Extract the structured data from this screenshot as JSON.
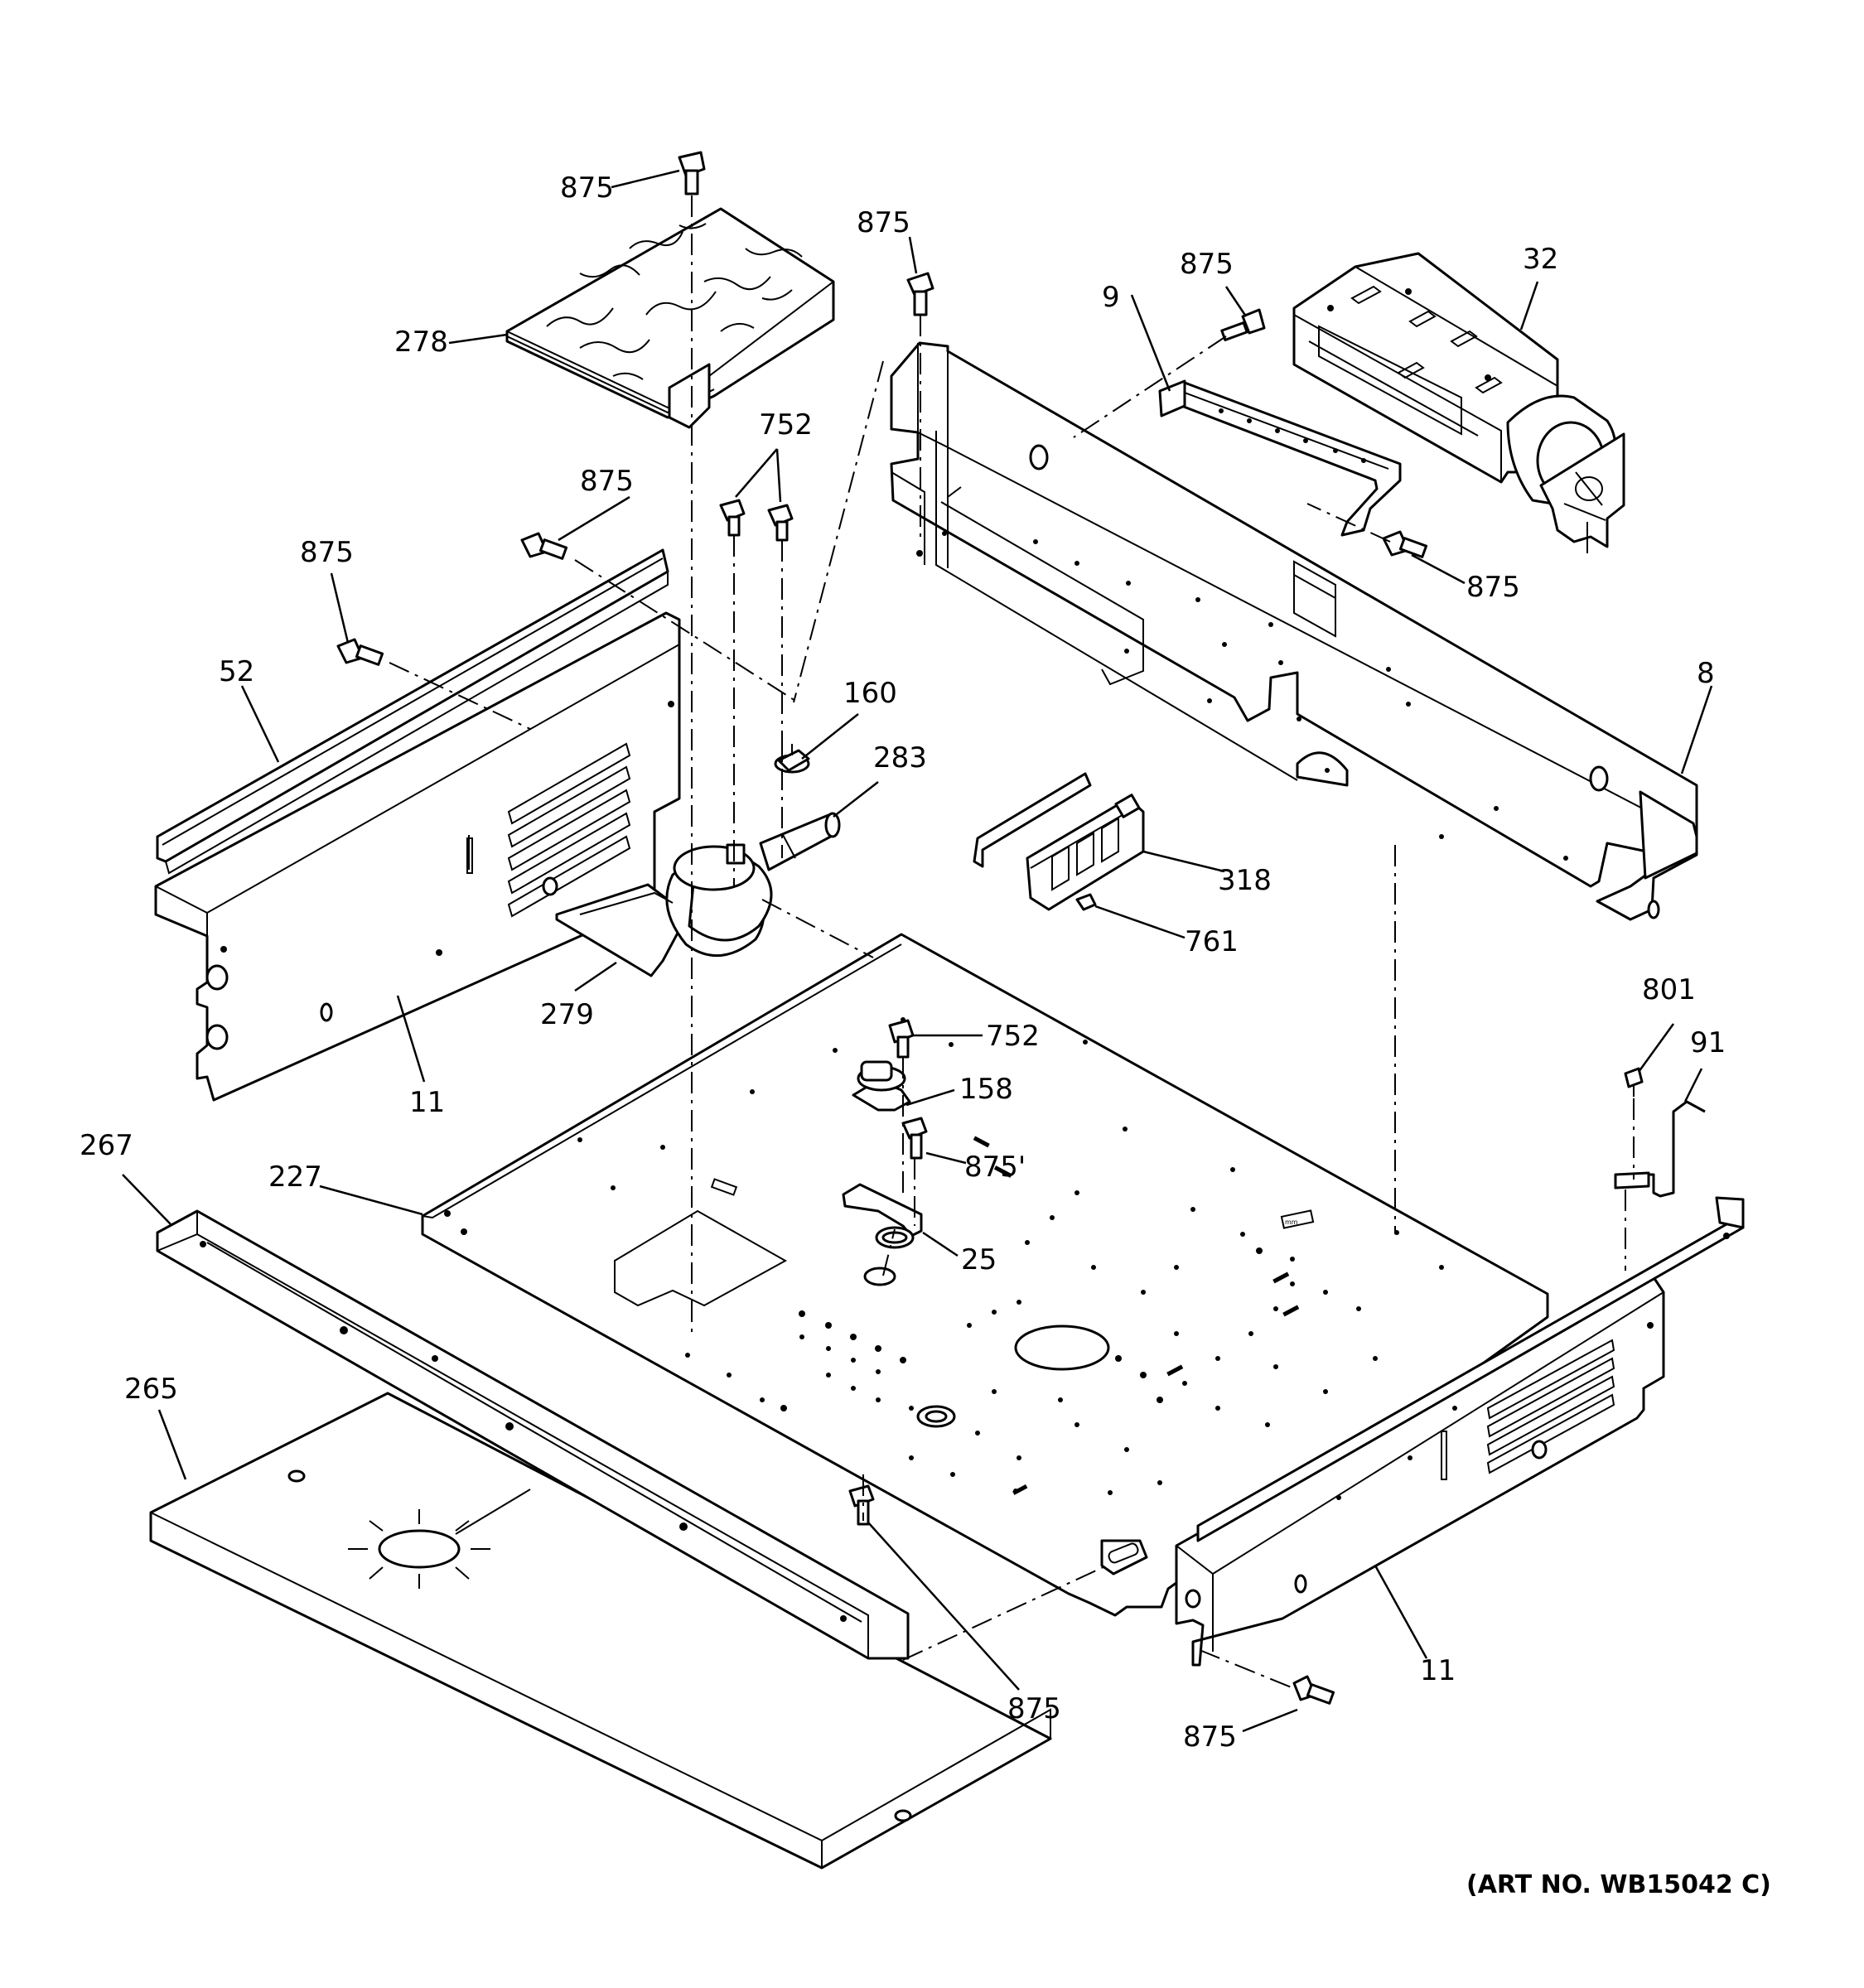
{
  "callouts": {
    "c875_top": "875",
    "c278": "278",
    "c875_center": "875",
    "c752_top": "752",
    "c875_left_a": "875",
    "c875_left_b": "875",
    "c52": "52",
    "c160": "160",
    "c283": "283",
    "c279": "279",
    "c11_left": "11",
    "c9": "9",
    "c875_right_top": "875",
    "c32": "32",
    "c875_right_mid": "875",
    "c8": "8",
    "c318": "318",
    "c761": "761",
    "c752_mid": "752",
    "c158": "158",
    "c875_mid": "875'",
    "c25": "25",
    "c801": "801",
    "c91": "91",
    "c267": "267",
    "c227": "227",
    "c265": "265",
    "c875_bottom_center": "875",
    "c11_right": "11",
    "c875_bottom_right": "875"
  },
  "art_number": "(ART NO. WB15042 C)",
  "plate_label": "mm"
}
